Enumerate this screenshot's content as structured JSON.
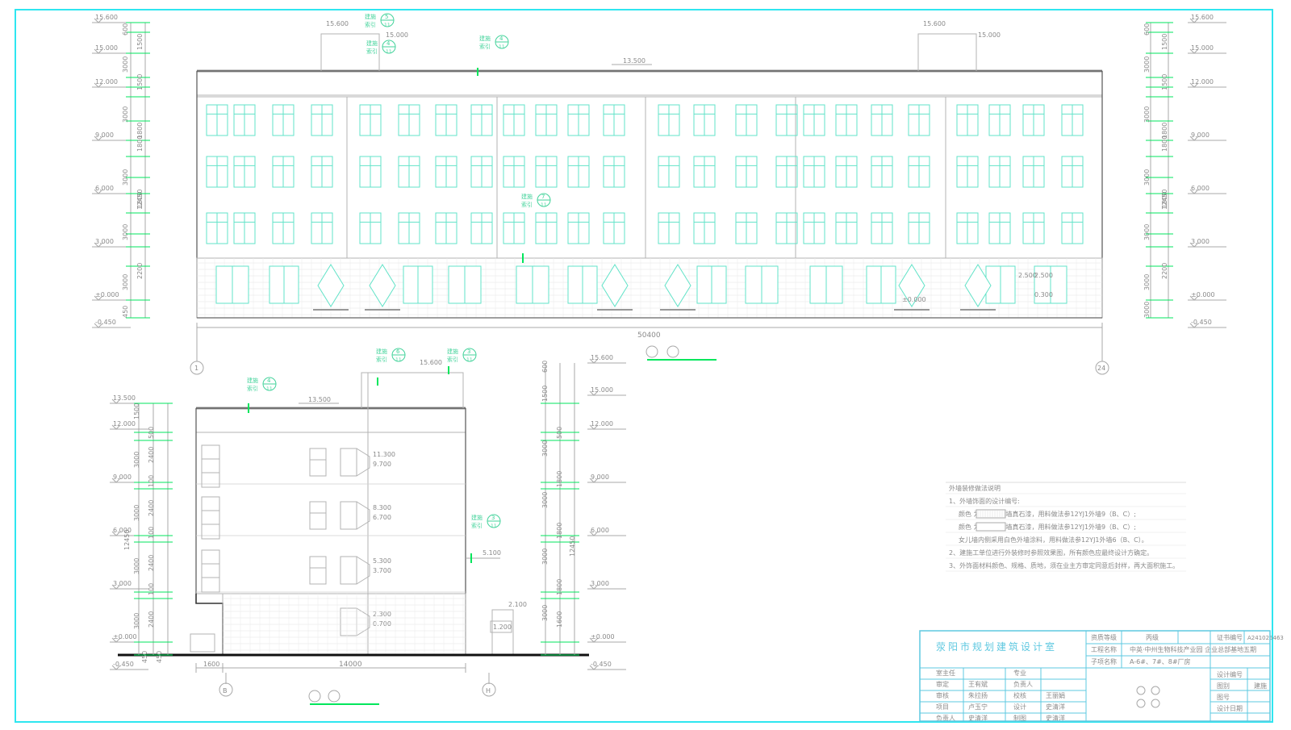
{
  "colors": {
    "frame": "#2ee6f0",
    "window": "#62e3c8",
    "wall": "#b3b3b3",
    "dim": "#a8a8a8",
    "tag": "#43d39b",
    "green": "#00e65c",
    "text": "#8a8a8a",
    "titleblock": "#5ec8e0"
  },
  "front": {
    "elev_left": [
      "15.600",
      "15.000",
      "12.000",
      "9.000",
      "6.000",
      "3.000",
      "±0.000",
      "-0.450"
    ],
    "elev_right": [
      "15.600",
      "15.000",
      "12.000",
      "9.000",
      "6.000",
      "3.000",
      "±0.000",
      "-0.450"
    ],
    "dims_left": [
      "600",
      "1500",
      "3000",
      "1500",
      "3000",
      "1800",
      "3000",
      "1800",
      "3000",
      "1800",
      "3000",
      "2200",
      "450",
      "12450"
    ],
    "dims_right": [
      "600",
      "1500",
      "3000",
      "1500",
      "3000",
      "1800",
      "3000",
      "1800",
      "3000",
      "1800",
      "3000",
      "2200",
      "3000",
      "12450"
    ],
    "roof_label": "13.500",
    "stair_labels": [
      "15.600",
      "15.000",
      "15.600",
      "15.000"
    ],
    "total_width": "50400",
    "axis_start": "1",
    "axis_end": "24",
    "inner_labels": [
      "2.500",
      "2.500",
      "±0.000",
      "0.300"
    ],
    "tag_text": [
      "建施",
      "索引"
    ],
    "tag_nums": [
      "5",
      "4",
      "7",
      "4"
    ],
    "tag_sub": "11"
  },
  "side": {
    "elev_left": [
      "13.500",
      "12.000",
      "9.000",
      "6.000",
      "3.000",
      "±0.000",
      "-0.450"
    ],
    "elev_right": [
      "15.600",
      "15.000",
      "12.000",
      "9.000",
      "6.000",
      "3.000",
      "±0.000",
      "-0.450"
    ],
    "dims_left": [
      "1500",
      "3000",
      "3000",
      "3000",
      "3000",
      "500",
      "2400",
      "100",
      "2400",
      "100",
      "2400",
      "100",
      "2400",
      "12450",
      "450",
      "450"
    ],
    "dims_right": [
      "600",
      "1500",
      "3000",
      "3000",
      "3000",
      "3000",
      "500",
      "1800",
      "1800",
      "1800",
      "1600",
      "12450"
    ],
    "roof_label": "13.500",
    "stair_label": "15.600",
    "level_labels": [
      "11.300",
      "9.700",
      "8.300",
      "6.700",
      "5.300",
      "3.700",
      "2.300",
      "0.700"
    ],
    "canopy_labels": [
      "5.100",
      "2.100",
      "1.200"
    ],
    "bottom_dims": [
      "1600",
      "14000"
    ],
    "axis_start": "B",
    "axis_end": "H",
    "tag_nums": [
      "6",
      "3",
      "4",
      "3"
    ]
  },
  "notes": {
    "title": "外墙装修做法说明",
    "lines": [
      "1、外墙饰面的设计编号:",
      "颜色         为米黄色外墙真石漆，用料做法参12YJ1外墙9（B、C）;",
      "颜色         为银灰色外墙真石漆，用料做法参12YJ1外墙9（B、C）;",
      "女儿墙内侧采用白色外墙涂料，用料做法参12YJ1外墙6（B、C）。",
      "2、建施工单位进行外装修时参照效果图，所有颜色应最终设计方确定。",
      "3、外饰面材料颜色、规格、质地，须在业主方审定同意后封样，再大面积施工。"
    ]
  },
  "titleblock": {
    "firm": "荥阳市规划建筑设计室",
    "cert_grade_label": "资质等级",
    "cert_grade": "丙级",
    "cert_no_label": "证书编号",
    "cert_no": "A241025463",
    "project_label": "工程名称",
    "project": "中英·中州生物科技产业园 企业总部基地五期",
    "item_label": "子项名称",
    "item": "A-6#、7#、8#厂房",
    "roles_left": [
      "室主任",
      "审定",
      "审核",
      "项目",
      "负责人"
    ],
    "names_left": [
      "",
      "王有斌",
      "朱拉扬",
      "卢玉宁",
      "史清洋"
    ],
    "roles_mid": [
      "专业",
      "负责人",
      "校核",
      "设计",
      "制图"
    ],
    "names_mid": [
      "",
      "",
      "王丽娟",
      "史清洋",
      "史清洋"
    ],
    "right_labels": [
      "设计编号",
      "图别",
      "图号",
      "设计日期"
    ],
    "right_values": [
      "",
      "建施",
      "",
      ""
    ]
  }
}
